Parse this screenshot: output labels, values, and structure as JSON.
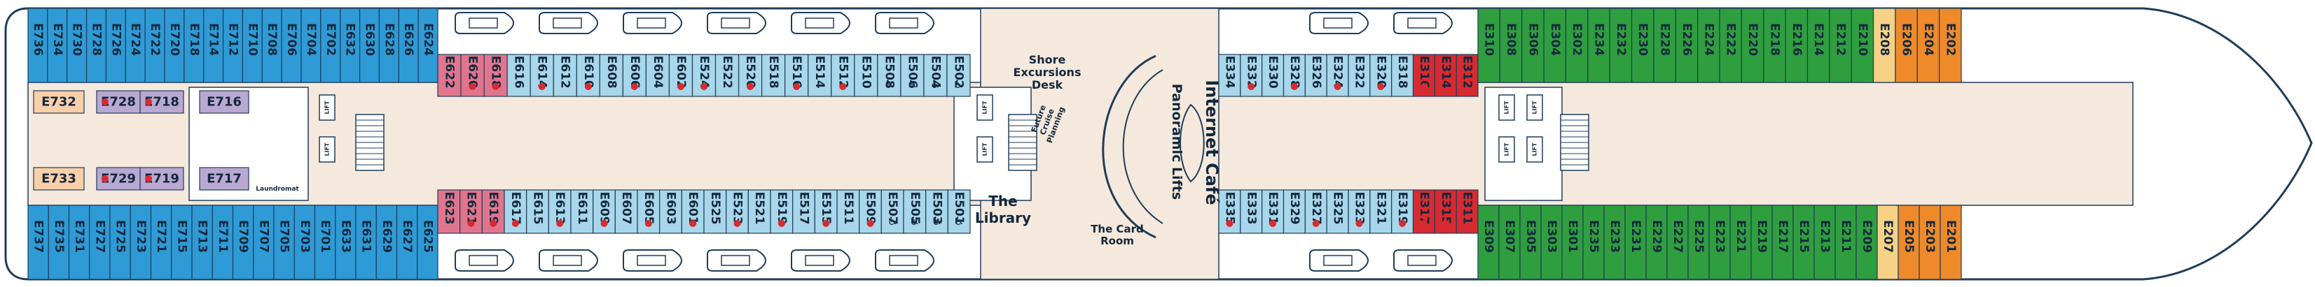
{
  "colors": {
    "blue": "#2e9bd6",
    "green": "#2f9e3f",
    "orange": "#ee8a2a",
    "yellow": "#f6d186",
    "pink": "#e2758e",
    "red": "#d72a31",
    "light_blue": "#a8d6ea",
    "lavender": "#b8a8d2",
    "peach": "#f8cfa8",
    "hull": "#f4e9dc",
    "outline": "#1f3d5a",
    "text": "#14283c"
  },
  "labels": {
    "shore_excursions": "Shore Excursions Desk",
    "future_cruise": "Future Cruise Planning",
    "internet_cafe": "Internet Café",
    "panoramic_lifts": "Panoramic Lifts",
    "library": "The Library",
    "card_room": "The Card Room",
    "laundromat": "Laundromat",
    "lift": "LIFT"
  },
  "groups": {
    "aft_top": [
      {
        "n": "E736",
        "c": "blue"
      },
      {
        "n": "E734",
        "c": "blue"
      },
      {
        "n": "E730",
        "c": "blue"
      },
      {
        "n": "E728",
        "c": "blue"
      },
      {
        "n": "E726",
        "c": "blue"
      },
      {
        "n": "E724",
        "c": "blue"
      },
      {
        "n": "E722",
        "c": "blue"
      },
      {
        "n": "E720",
        "c": "blue"
      },
      {
        "n": "E718",
        "c": "blue"
      },
      {
        "n": "E714",
        "c": "blue"
      },
      {
        "n": "E712",
        "c": "blue"
      },
      {
        "n": "E710",
        "c": "blue"
      },
      {
        "n": "E708",
        "c": "blue"
      },
      {
        "n": "E706",
        "c": "blue"
      },
      {
        "n": "E704",
        "c": "blue"
      },
      {
        "n": "E702",
        "c": "blue"
      },
      {
        "n": "E632",
        "c": "blue"
      },
      {
        "n": "E630",
        "c": "blue"
      },
      {
        "n": "E628",
        "c": "blue"
      },
      {
        "n": "E626",
        "c": "blue"
      },
      {
        "n": "E624",
        "c": "blue"
      }
    ],
    "aft_bottom": [
      {
        "n": "E737",
        "c": "blue"
      },
      {
        "n": "E735",
        "c": "blue"
      },
      {
        "n": "E731",
        "c": "blue"
      },
      {
        "n": "E727",
        "c": "blue"
      },
      {
        "n": "E725",
        "c": "blue"
      },
      {
        "n": "E723",
        "c": "blue"
      },
      {
        "n": "E721",
        "c": "blue"
      },
      {
        "n": "E715",
        "c": "blue"
      },
      {
        "n": "E713",
        "c": "blue"
      },
      {
        "n": "E711",
        "c": "blue"
      },
      {
        "n": "E709",
        "c": "blue"
      },
      {
        "n": "E707",
        "c": "blue"
      },
      {
        "n": "E705",
        "c": "blue"
      },
      {
        "n": "E703",
        "c": "blue"
      },
      {
        "n": "E701",
        "c": "blue"
      },
      {
        "n": "E633",
        "c": "blue"
      },
      {
        "n": "E631",
        "c": "blue"
      },
      {
        "n": "E629",
        "c": "blue"
      },
      {
        "n": "E627",
        "c": "blue"
      },
      {
        "n": "E625",
        "c": "blue"
      }
    ],
    "inner_aft": [
      {
        "n": "E732",
        "c": "peach"
      },
      {
        "n": "E733",
        "c": "peach"
      },
      {
        "n": "E728",
        "c": "lavender",
        "dot": true
      },
      {
        "n": "E718",
        "c": "lavender",
        "dot": true
      },
      {
        "n": "E729",
        "c": "lavender",
        "dot": true
      },
      {
        "n": "E719",
        "c": "lavender",
        "dot": true
      },
      {
        "n": "E716",
        "c": "lavender"
      },
      {
        "n": "E717",
        "c": "lavender"
      }
    ],
    "mid_top": [
      {
        "n": "E622",
        "c": "pink"
      },
      {
        "n": "E620",
        "c": "pink",
        "dot": true
      },
      {
        "n": "E618",
        "c": "pink",
        "dot": true
      },
      {
        "n": "E616",
        "c": "light_blue"
      },
      {
        "n": "E614",
        "c": "light_blue",
        "dot": true
      },
      {
        "n": "E612",
        "c": "light_blue"
      },
      {
        "n": "E610",
        "c": "light_blue",
        "dot": true
      },
      {
        "n": "E608",
        "c": "light_blue"
      },
      {
        "n": "E606",
        "c": "light_blue",
        "dot": true
      },
      {
        "n": "E604",
        "c": "light_blue"
      },
      {
        "n": "E602",
        "c": "light_blue",
        "dot": true
      },
      {
        "n": "E524",
        "c": "light_blue",
        "dot": true
      },
      {
        "n": "E522",
        "c": "light_blue"
      },
      {
        "n": "E520",
        "c": "light_blue",
        "dot": true
      },
      {
        "n": "E518",
        "c": "light_blue"
      },
      {
        "n": "E516",
        "c": "light_blue",
        "dot": true
      },
      {
        "n": "E514",
        "c": "light_blue"
      },
      {
        "n": "E512",
        "c": "light_blue",
        "dot": true
      },
      {
        "n": "E510",
        "c": "light_blue"
      },
      {
        "n": "E508",
        "c": "light_blue",
        "acc": true
      },
      {
        "n": "E506",
        "c": "light_blue",
        "acc": true
      },
      {
        "n": "E504",
        "c": "light_blue",
        "acc": true
      },
      {
        "n": "E502",
        "c": "light_blue",
        "acc": true
      }
    ],
    "mid_bottom": [
      {
        "n": "E623",
        "c": "pink"
      },
      {
        "n": "E621",
        "c": "pink",
        "dot": true
      },
      {
        "n": "E619",
        "c": "pink",
        "dot": true
      },
      {
        "n": "E617",
        "c": "light_blue",
        "dot": true
      },
      {
        "n": "E615",
        "c": "light_blue"
      },
      {
        "n": "E613",
        "c": "light_blue",
        "dot": true
      },
      {
        "n": "E611",
        "c": "light_blue"
      },
      {
        "n": "E609",
        "c": "light_blue",
        "dot": true
      },
      {
        "n": "E607",
        "c": "light_blue"
      },
      {
        "n": "E605",
        "c": "light_blue",
        "dot": true
      },
      {
        "n": "E603",
        "c": "light_blue"
      },
      {
        "n": "E601",
        "c": "light_blue",
        "dot": true
      },
      {
        "n": "E525",
        "c": "light_blue"
      },
      {
        "n": "E523",
        "c": "light_blue",
        "dot": true
      },
      {
        "n": "E521",
        "c": "light_blue"
      },
      {
        "n": "E519",
        "c": "light_blue",
        "dot": true
      },
      {
        "n": "E517",
        "c": "light_blue"
      },
      {
        "n": "E515",
        "c": "light_blue",
        "dot": true
      },
      {
        "n": "E511",
        "c": "light_blue"
      },
      {
        "n": "E509",
        "c": "light_blue",
        "dot": true
      },
      {
        "n": "E507",
        "c": "light_blue",
        "acc": true
      },
      {
        "n": "E505",
        "c": "light_blue",
        "acc": true
      },
      {
        "n": "E503",
        "c": "light_blue",
        "acc": true
      },
      {
        "n": "E501",
        "c": "light_blue",
        "acc": true
      }
    ],
    "fwd_mid_top": [
      {
        "n": "E334",
        "c": "light_blue"
      },
      {
        "n": "E332",
        "c": "light_blue",
        "dot": true
      },
      {
        "n": "E330",
        "c": "light_blue"
      },
      {
        "n": "E328",
        "c": "light_blue",
        "dot": true
      },
      {
        "n": "E326",
        "c": "light_blue"
      },
      {
        "n": "E324",
        "c": "light_blue",
        "dot": true
      },
      {
        "n": "E322",
        "c": "light_blue"
      },
      {
        "n": "E320",
        "c": "light_blue",
        "dot": true
      },
      {
        "n": "E318",
        "c": "light_blue"
      },
      {
        "n": "E316",
        "c": "red",
        "dot": true
      },
      {
        "n": "E314",
        "c": "red"
      },
      {
        "n": "E312",
        "c": "red"
      }
    ],
    "fwd_mid_bottom": [
      {
        "n": "E335",
        "c": "light_blue",
        "dot": true
      },
      {
        "n": "E333",
        "c": "light_blue"
      },
      {
        "n": "E331",
        "c": "light_blue",
        "dot": true
      },
      {
        "n": "E329",
        "c": "light_blue"
      },
      {
        "n": "E327",
        "c": "light_blue",
        "dot": true
      },
      {
        "n": "E325",
        "c": "light_blue"
      },
      {
        "n": "E323",
        "c": "light_blue",
        "dot": true
      },
      {
        "n": "E321",
        "c": "light_blue"
      },
      {
        "n": "E319",
        "c": "light_blue",
        "dot": true
      },
      {
        "n": "E317",
        "c": "red",
        "dot": true
      },
      {
        "n": "E315",
        "c": "red",
        "dot": true
      },
      {
        "n": "E311",
        "c": "red"
      }
    ],
    "fwd_top": [
      {
        "n": "E310",
        "c": "green"
      },
      {
        "n": "E308",
        "c": "green"
      },
      {
        "n": "E306",
        "c": "green"
      },
      {
        "n": "E304",
        "c": "green"
      },
      {
        "n": "E302",
        "c": "green"
      },
      {
        "n": "E234",
        "c": "green"
      },
      {
        "n": "E232",
        "c": "green"
      },
      {
        "n": "E230",
        "c": "green"
      },
      {
        "n": "E228",
        "c": "green"
      },
      {
        "n": "E226",
        "c": "green"
      },
      {
        "n": "E224",
        "c": "green"
      },
      {
        "n": "E222",
        "c": "green"
      },
      {
        "n": "E220",
        "c": "green"
      },
      {
        "n": "E218",
        "c": "green"
      },
      {
        "n": "E216",
        "c": "green"
      },
      {
        "n": "E214",
        "c": "green"
      },
      {
        "n": "E212",
        "c": "green"
      },
      {
        "n": "E210",
        "c": "green"
      },
      {
        "n": "E208",
        "c": "yellow"
      },
      {
        "n": "E206",
        "c": "orange"
      },
      {
        "n": "E204",
        "c": "orange"
      },
      {
        "n": "E202",
        "c": "orange"
      }
    ],
    "fwd_bottom": [
      {
        "n": "E309",
        "c": "green"
      },
      {
        "n": "E307",
        "c": "green"
      },
      {
        "n": "E305",
        "c": "green"
      },
      {
        "n": "E303",
        "c": "green"
      },
      {
        "n": "E301",
        "c": "green"
      },
      {
        "n": "E235",
        "c": "green"
      },
      {
        "n": "E233",
        "c": "green"
      },
      {
        "n": "E231",
        "c": "green"
      },
      {
        "n": "E229",
        "c": "green"
      },
      {
        "n": "E227",
        "c": "green"
      },
      {
        "n": "E225",
        "c": "green"
      },
      {
        "n": "E223",
        "c": "green"
      },
      {
        "n": "E221",
        "c": "green"
      },
      {
        "n": "E219",
        "c": "green"
      },
      {
        "n": "E217",
        "c": "green"
      },
      {
        "n": "E215",
        "c": "green"
      },
      {
        "n": "E213",
        "c": "green"
      },
      {
        "n": "E211",
        "c": "green"
      },
      {
        "n": "E209",
        "c": "green"
      },
      {
        "n": "E207",
        "c": "yellow"
      },
      {
        "n": "E205",
        "c": "orange"
      },
      {
        "n": "E203",
        "c": "orange"
      },
      {
        "n": "E201",
        "c": "orange"
      }
    ]
  }
}
